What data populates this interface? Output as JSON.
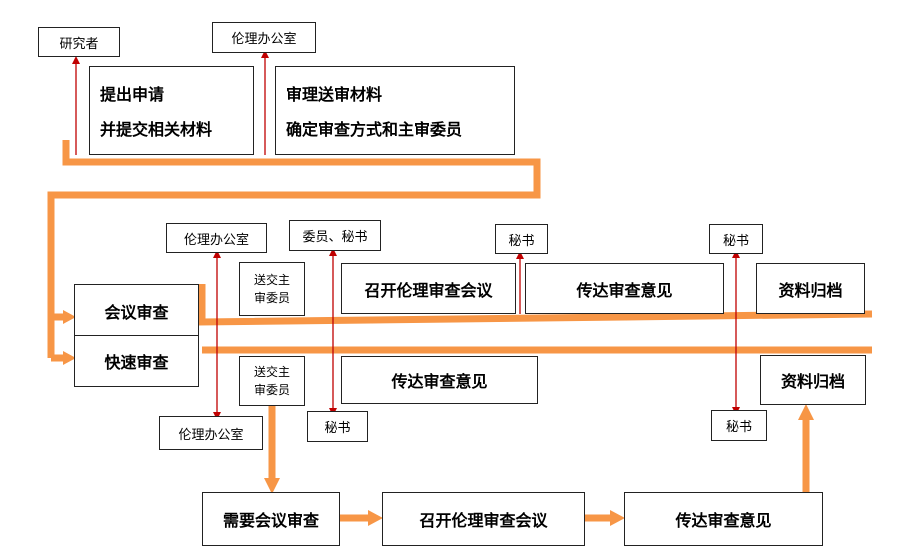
{
  "colors": {
    "orange": "#F79646",
    "red": "#C00000",
    "border": "#222222"
  },
  "top": {
    "researcher": "研究者",
    "ethics_office": "伦理办公室",
    "submit_line1": "提出申请",
    "submit_line2": "并提交相关材料",
    "review_line1": "审理送审材料",
    "review_line2": "确定审查方式和主审委员"
  },
  "meeting": {
    "label": "会议审查",
    "ethics_office": "伦理办公室",
    "send_line1": "送交主",
    "send_line2": "审委员",
    "members_secretary": "委员、秘书",
    "secretary_a": "秘书",
    "secretary_b": "秘书",
    "convene": "召开伦理审查会议",
    "convey": "传达审查意见",
    "archive": "资料归档"
  },
  "express": {
    "label": "快速审查",
    "send_line1": "送交主",
    "send_line2": "审委员",
    "ethics_office": "伦理办公室",
    "secretary_a": "秘书",
    "secretary_b": "秘书",
    "convey": "传达审查意见",
    "archive": "资料归档"
  },
  "bottom": {
    "need_meeting": "需要会议审查",
    "convene": "召开伦理审查会议",
    "convey": "传达审查意见"
  }
}
